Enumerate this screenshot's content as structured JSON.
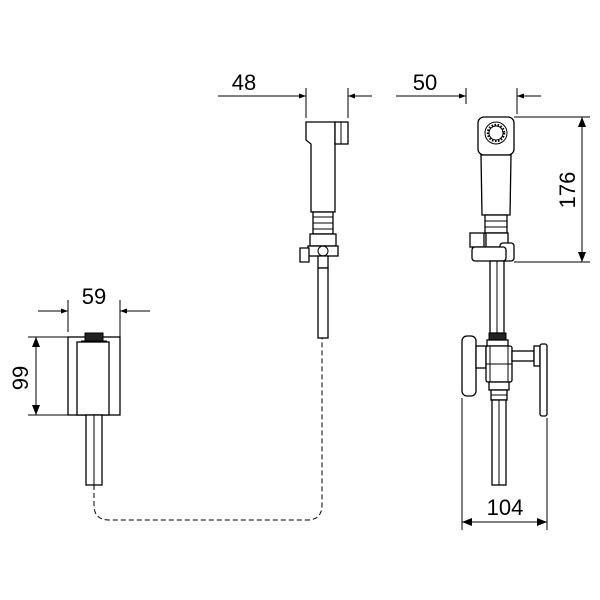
{
  "dimensions": {
    "handset_side_width": "48",
    "handset_front_width": "50",
    "handset_front_height": "176",
    "wall_valve_side_width": "59",
    "wall_valve_side_height": "99",
    "valve_front_width": "104"
  }
}
